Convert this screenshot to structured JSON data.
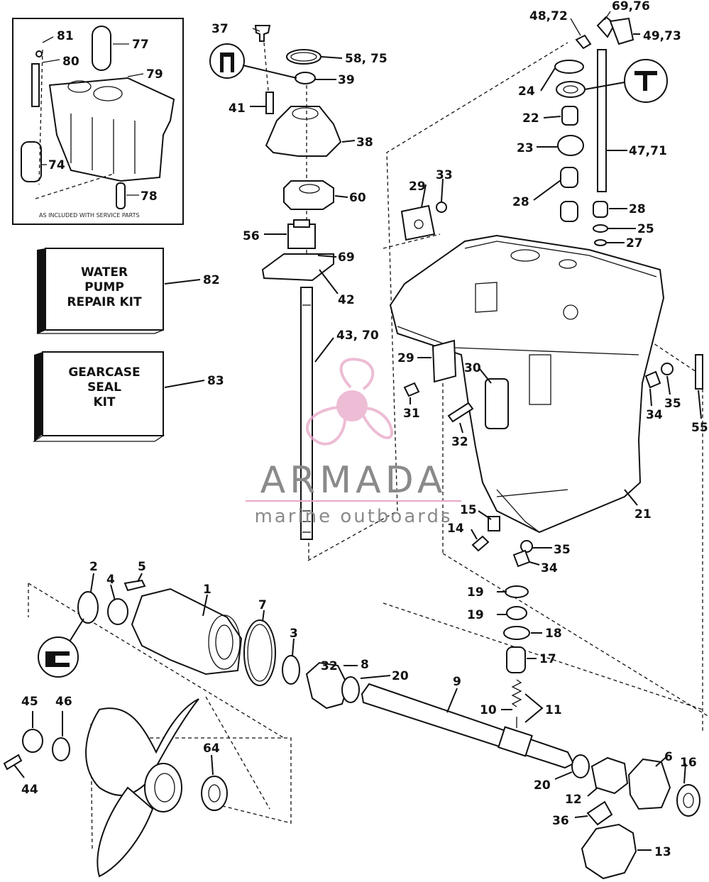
{
  "kits": {
    "water_pump": {
      "line1": "WATER",
      "line2": "PUMP",
      "line3": "REPAIR KIT",
      "ref": "82"
    },
    "gearcase_seal": {
      "line1": "GEARCASE",
      "line2": "SEAL",
      "line3": "KIT",
      "ref": "83"
    }
  },
  "inset": {
    "note": "AS INCLUDED WITH SERVICE PARTS"
  },
  "watermark": {
    "brand": "ARMADA",
    "tagline": "marine outboards",
    "color": "#e8a6c8"
  },
  "labels": {
    "p81": "81",
    "p80": "80",
    "p77": "77",
    "p79": "79",
    "p74": "74",
    "p78": "78",
    "p37": "37",
    "p58_75": "58, 75",
    "p39": "39",
    "p41": "41",
    "p38": "38",
    "p60": "60",
    "p56": "56",
    "p69": "69",
    "p42": "42",
    "p43_70": "43, 70",
    "p29a": "29",
    "p33": "33",
    "p48_72": "48,72",
    "p69_76": "69,76",
    "p49_73": "49,73",
    "p24": "24",
    "p22": "22",
    "p23": "23",
    "p47_71": "47,71",
    "p28a": "28",
    "p28b": "28",
    "p25": "25",
    "p27": "27",
    "p29b": "29",
    "p30": "30",
    "p31": "31",
    "p32": "32",
    "p34a": "34",
    "p35a": "35",
    "p55": "55",
    "p21": "21",
    "p15": "15",
    "p14": "14",
    "p35b": "35",
    "p34b": "34",
    "p2": "2",
    "p4": "4",
    "p5": "5",
    "p1": "1",
    "p7": "7",
    "p3": "3",
    "p32b": "32",
    "p8": "8",
    "p20a": "20",
    "p9": "9",
    "p19a": "19",
    "p19b": "19",
    "p18": "18",
    "p17": "17",
    "p10": "10",
    "p11": "11",
    "p45": "45",
    "p46": "46",
    "p44": "44",
    "p64": "64",
    "p20b": "20",
    "p12": "12",
    "p6": "6",
    "p16": "16",
    "p36": "36",
    "p13": "13"
  }
}
